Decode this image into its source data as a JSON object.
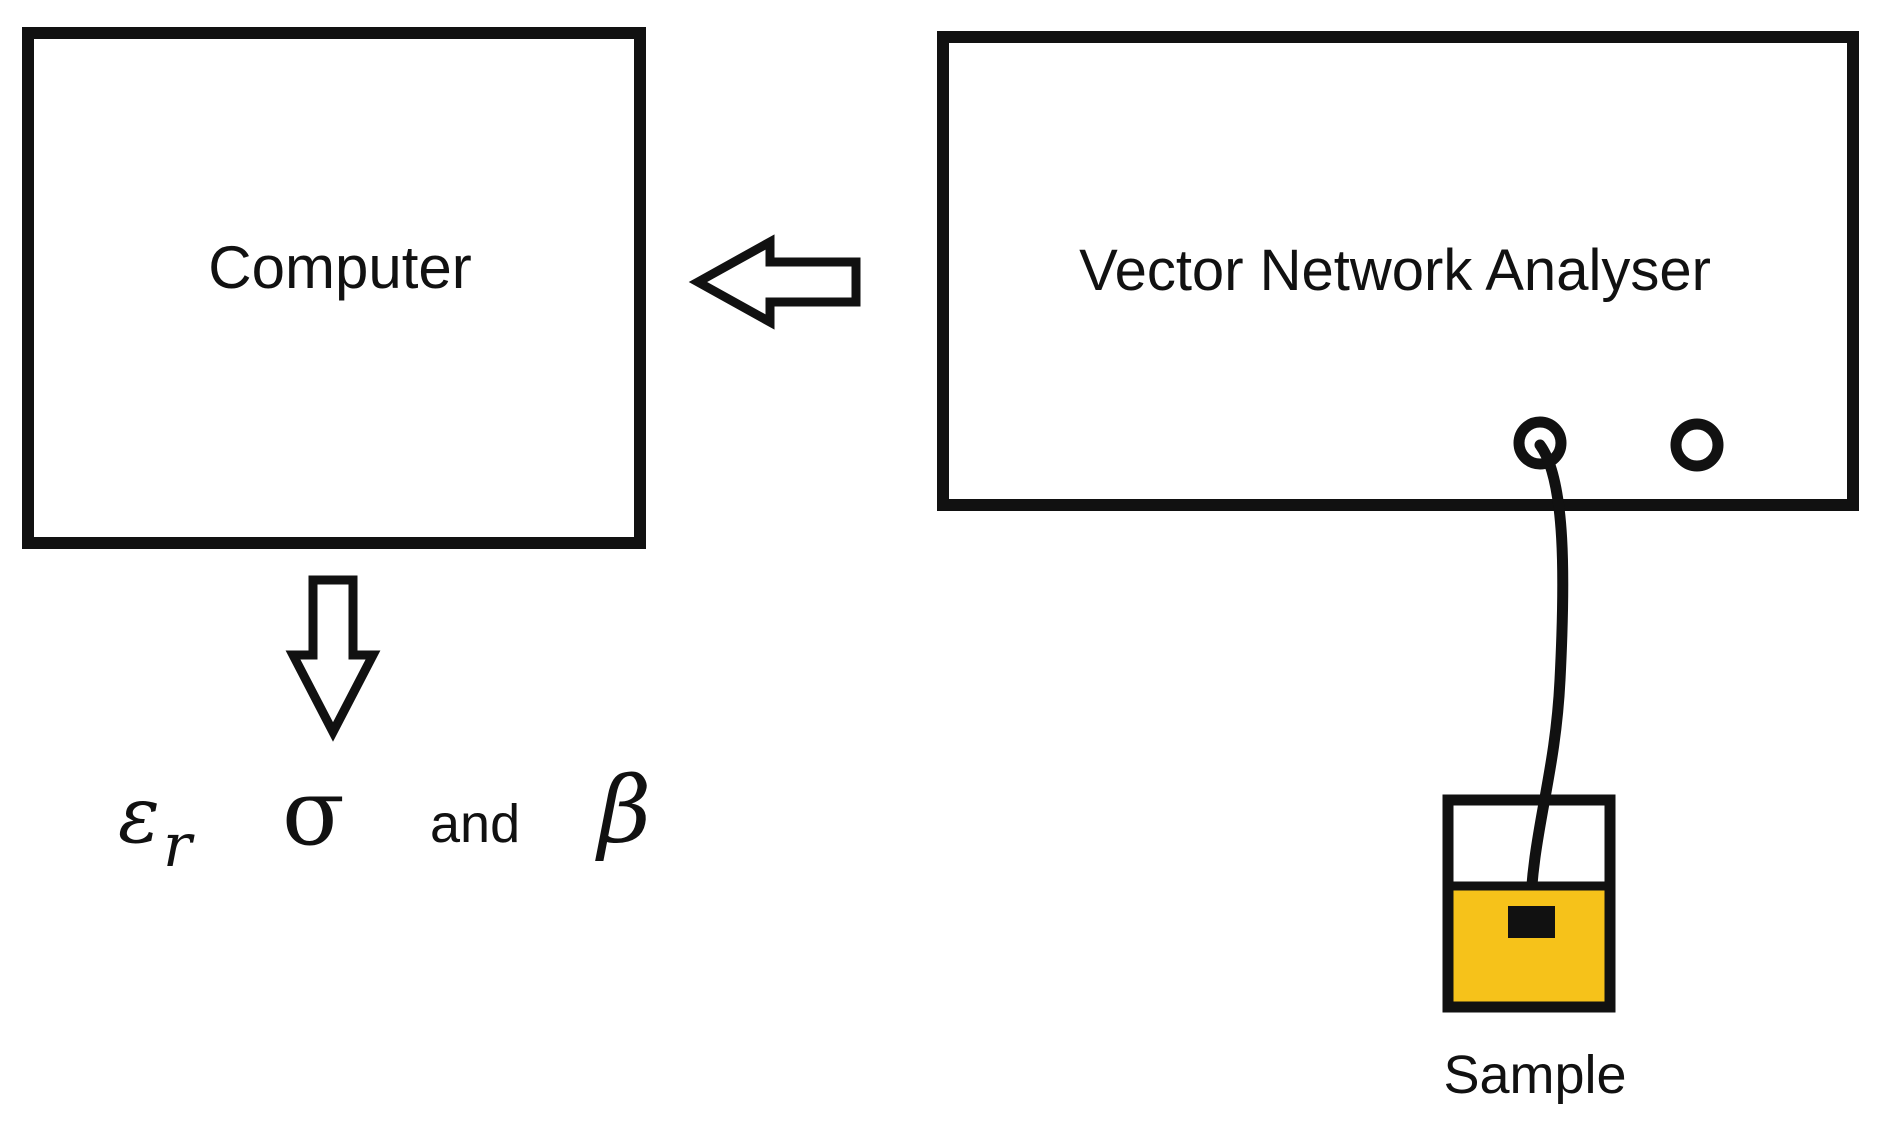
{
  "nodes": {
    "computer": {
      "label": "Computer"
    },
    "vna": {
      "label": "Vector Network Analyser"
    },
    "sample": {
      "label": "Sample"
    }
  },
  "outputs": {
    "epsilon": "ε",
    "epsilon_subscript": "r",
    "sigma": "σ",
    "and": "and",
    "beta": "β"
  },
  "colors": {
    "stroke": "#111111",
    "sample_fill": "#f6c21a",
    "background": "#ffffff"
  }
}
